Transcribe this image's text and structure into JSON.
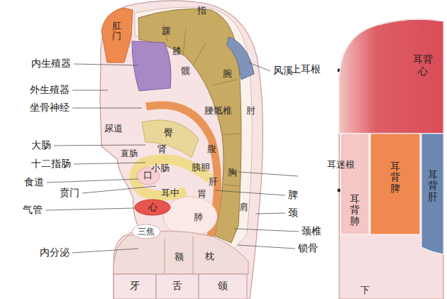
{
  "diagram": {
    "nodes": [
      {
        "text": [
          "肛门"
        ]
      },
      {
        "text": [
          "耳背心"
        ]
      },
      {
        "text": [
          "耳背脾"
        ]
      },
      {
        "text": [
          "耳背肝"
        ]
      },
      {
        "text": [
          "心"
        ]
      },
      {
        "text": [
          "耳背肺"
        ]
      },
      {
        "text": [
          "牙"
        ]
      },
      {
        "text": [
          "舌"
        ]
      },
      {
        "text": [
          "颌"
        ]
      }
    ],
    "labels": [
      "指",
      "踝",
      "膝",
      "内生殖器",
      "风溪",
      "上耳根",
      "髋",
      "腕",
      "外生殖器",
      "坐骨神经",
      "腰骶椎",
      "肘",
      "尿道",
      "臀",
      "大肠",
      "肾",
      "腹",
      "直肠",
      "小肠",
      "胰胆",
      "十二指肠",
      "胸",
      "耳迷根",
      "口",
      "肝",
      "食道",
      "胃",
      "耳中",
      "贲门",
      "脾",
      "肺",
      "肩",
      "气管",
      "颈",
      "三焦",
      "颈椎",
      "锁骨",
      "内分泌",
      "额",
      "枕",
      "下"
    ]
  }
}
